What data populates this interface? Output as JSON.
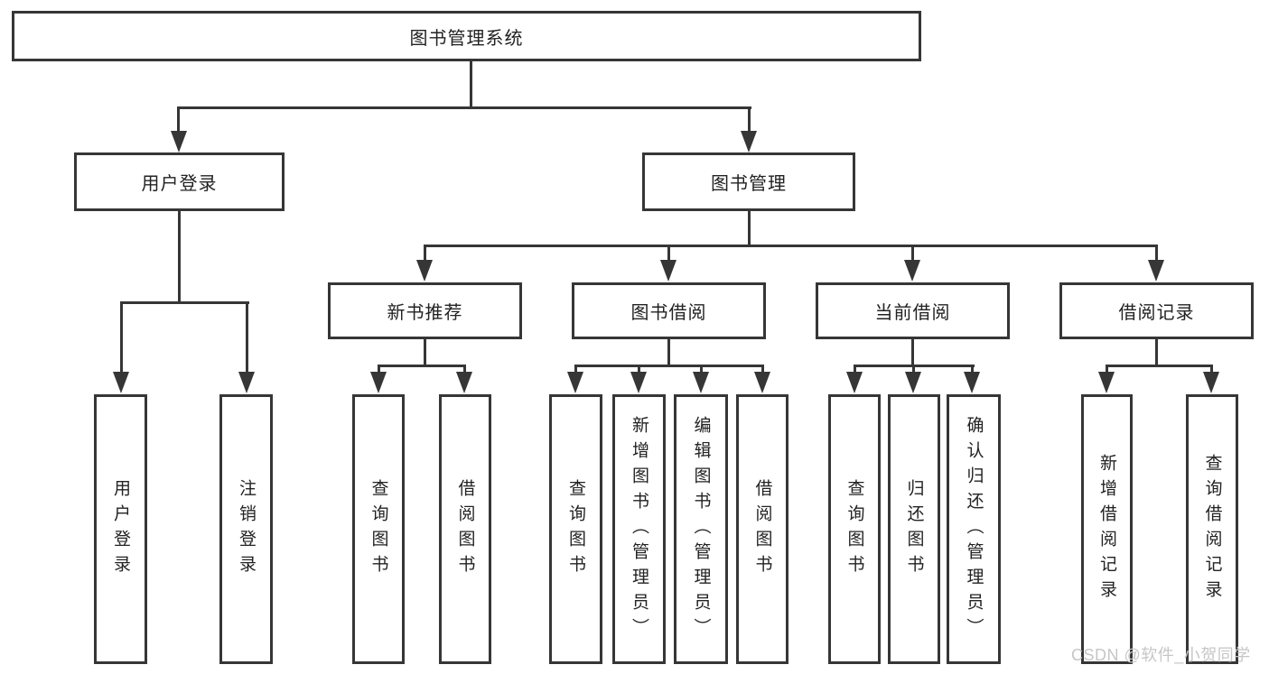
{
  "tree": {
    "root": "图书管理系统",
    "branches": [
      {
        "label": "用户登录",
        "children": [
          "用户登录",
          "注销登录"
        ]
      },
      {
        "label": "图书管理",
        "groups": [
          {
            "label": "新书推荐",
            "children": [
              "查询图书",
              "借阅图书"
            ]
          },
          {
            "label": "图书借阅",
            "children": [
              "查询图书",
              "新增图书（管理员）",
              "编辑图书（管理员）",
              "借阅图书"
            ]
          },
          {
            "label": "当前借阅",
            "children": [
              "查询图书",
              "归还图书",
              "确认归还（管理员）"
            ]
          },
          {
            "label": "借阅记录",
            "children": [
              "新增借阅记录",
              "查询借阅记录"
            ]
          }
        ]
      }
    ]
  },
  "watermark": "CSDN @软件_小贺同学",
  "colors": {
    "line": "#363636",
    "text": "#222222",
    "watermark": "#c6c6c6",
    "background": "#ffffff"
  }
}
